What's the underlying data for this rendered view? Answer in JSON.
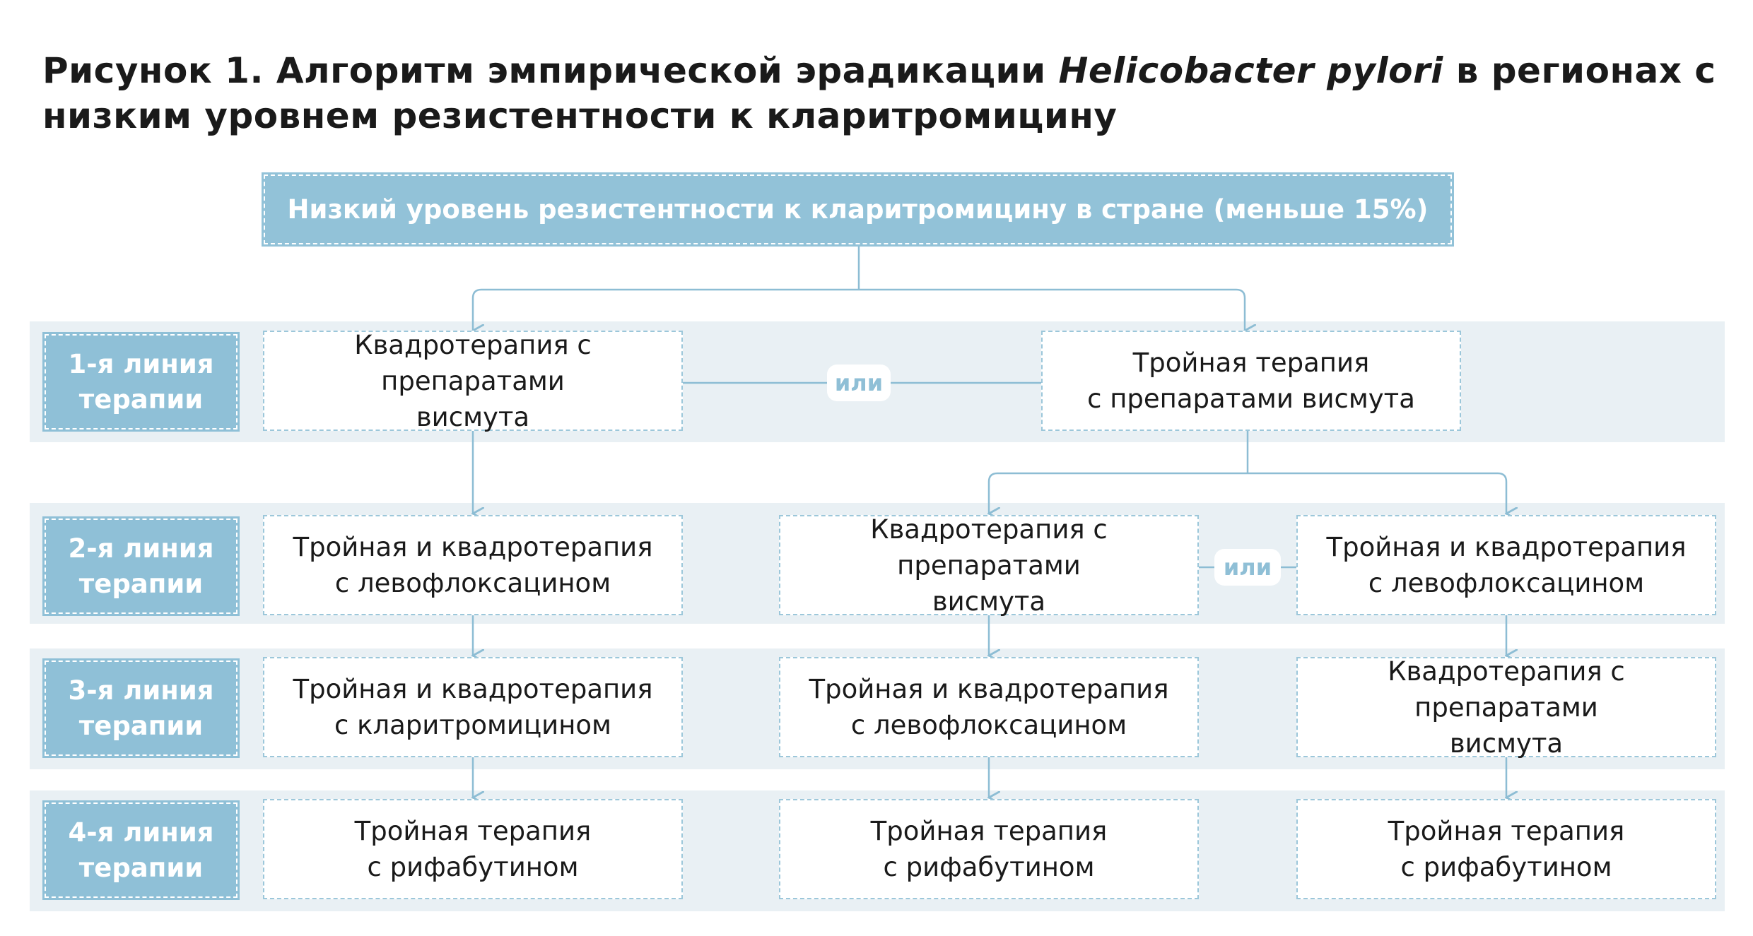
{
  "title": {
    "prefix": "Рисунок 1. Алгоритм эмпирической эрадикации ",
    "italic": "Helicobacter pylori",
    "suffix": " в регионах с низким уровнем резистентности к кларитромицину"
  },
  "header": "Низкий уровень резистентности к кларитромицину в стране (меньше 15%)",
  "or_label": "или",
  "rows": [
    {
      "label": [
        "1-я линия",
        "терапии"
      ]
    },
    {
      "label": [
        "2-я линия",
        "терапии"
      ]
    },
    {
      "label": [
        "3-я линия",
        "терапии"
      ]
    },
    {
      "label": [
        "4-я линия",
        "терапии"
      ]
    }
  ],
  "line1": {
    "left": [
      "Квадротерапия с препаратами",
      "висмута"
    ],
    "right": [
      "Тройная терапия",
      "с препаратами висмута"
    ]
  },
  "line2": {
    "a": [
      "Тройная и квадротерапия",
      "с левофлоксацином"
    ],
    "b": [
      "Квадротерапия с препаратами",
      "висмута"
    ],
    "c": [
      "Тройная и квадротерапия",
      "с левофлоксацином"
    ]
  },
  "line3": {
    "a": [
      "Тройная и квадротерапия",
      "с кларитромицином"
    ],
    "b": [
      "Тройная и квадротерапия",
      "с левофлоксацином"
    ],
    "c": [
      "Квадротерапия с препаратами",
      "висмута"
    ]
  },
  "line4": {
    "a": [
      "Тройная терапия",
      "с рифабутином"
    ],
    "b": [
      "Тройная терапия",
      "с рифабутином"
    ],
    "c": [
      "Тройная терапия",
      "с рифабутином"
    ]
  },
  "colors": {
    "accent": "#8fc0d7",
    "band": "#e9f0f4",
    "connector": "#8dbdd4"
  }
}
